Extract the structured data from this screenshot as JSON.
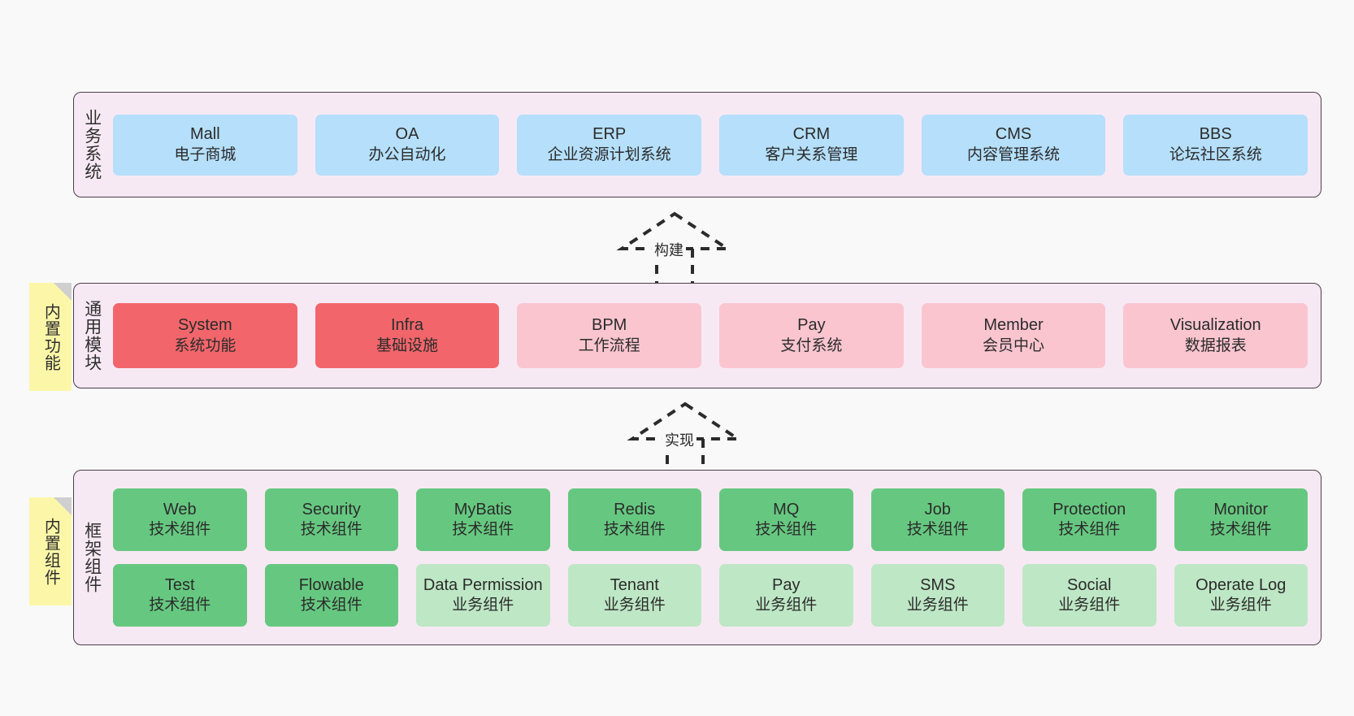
{
  "diagram": {
    "background_color": "#f9f9f9",
    "panel_color": "#f7e9f4",
    "note_color": "#fcf7a8"
  },
  "layers": [
    {
      "id": "business-systems",
      "title": "业务系统",
      "note": null,
      "rows": [
        {
          "nodes": [
            {
              "title": "Mall",
              "sub": "电子商城",
              "color": "#b5dffb",
              "style": "c-blue"
            },
            {
              "title": "OA",
              "sub": "办公自动化",
              "color": "#b5dffb",
              "style": "c-blue"
            },
            {
              "title": "ERP",
              "sub": "企业资源计划系统",
              "color": "#b5dffb",
              "style": "c-blue"
            },
            {
              "title": "CRM",
              "sub": "客户关系管理",
              "color": "#b5dffb",
              "style": "c-blue"
            },
            {
              "title": "CMS",
              "sub": "内容管理系统",
              "color": "#b5dffb",
              "style": "c-blue"
            },
            {
              "title": "BBS",
              "sub": "论坛社区系统",
              "color": "#b5dffb",
              "style": "c-blue"
            }
          ]
        }
      ]
    },
    {
      "id": "common-modules",
      "title": "通用模块",
      "note": "内置功能",
      "rows": [
        {
          "nodes": [
            {
              "title": "System",
              "sub": "系统功能",
              "color": "#f2666b",
              "style": "c-red"
            },
            {
              "title": "Infra",
              "sub": "基础设施",
              "color": "#f2666b",
              "style": "c-red"
            },
            {
              "title": "BPM",
              "sub": "工作流程",
              "color": "#fbc5cf",
              "style": "c-pink"
            },
            {
              "title": "Pay",
              "sub": "支付系统",
              "color": "#fbc5cf",
              "style": "c-pink"
            },
            {
              "title": "Member",
              "sub": "会员中心",
              "color": "#fbc5cf",
              "style": "c-pink"
            },
            {
              "title": "Visualization",
              "sub": "数据报表",
              "color": "#fbc5cf",
              "style": "c-pink"
            }
          ]
        }
      ]
    },
    {
      "id": "framework-components",
      "title": "框架组件",
      "note": "内置组件",
      "rows": [
        {
          "nodes": [
            {
              "title": "Web",
              "sub": "技术组件",
              "color": "#66c880",
              "style": "c-green"
            },
            {
              "title": "Security",
              "sub": "技术组件",
              "color": "#66c880",
              "style": "c-green"
            },
            {
              "title": "MyBatis",
              "sub": "技术组件",
              "color": "#66c880",
              "style": "c-green"
            },
            {
              "title": "Redis",
              "sub": "技术组件",
              "color": "#66c880",
              "style": "c-green"
            },
            {
              "title": "MQ",
              "sub": "技术组件",
              "color": "#66c880",
              "style": "c-green"
            },
            {
              "title": "Job",
              "sub": "技术组件",
              "color": "#66c880",
              "style": "c-green"
            },
            {
              "title": "Protection",
              "sub": "技术组件",
              "color": "#66c880",
              "style": "c-green"
            },
            {
              "title": "Monitor",
              "sub": "技术组件",
              "color": "#66c880",
              "style": "c-green"
            }
          ]
        },
        {
          "nodes": [
            {
              "title": "Test",
              "sub": "技术组件",
              "color": "#66c880",
              "style": "c-green"
            },
            {
              "title": "Flowable",
              "sub": "技术组件",
              "color": "#66c880",
              "style": "c-green"
            },
            {
              "title": "Data Permission",
              "sub": "业务组件",
              "color": "#bee7c5",
              "style": "c-lightgreen"
            },
            {
              "title": "Tenant",
              "sub": "业务组件",
              "color": "#bee7c5",
              "style": "c-lightgreen"
            },
            {
              "title": "Pay",
              "sub": "业务组件",
              "color": "#bee7c5",
              "style": "c-lightgreen"
            },
            {
              "title": "SMS",
              "sub": "业务组件",
              "color": "#bee7c5",
              "style": "c-lightgreen"
            },
            {
              "title": "Social",
              "sub": "业务组件",
              "color": "#bee7c5",
              "style": "c-lightgreen"
            },
            {
              "title": "Operate Log",
              "sub": "业务组件",
              "color": "#bee7c5",
              "style": "c-lightgreen"
            }
          ]
        }
      ]
    }
  ],
  "connectors": [
    {
      "id": "build",
      "label": "构建"
    },
    {
      "id": "implement",
      "label": "实现"
    }
  ]
}
